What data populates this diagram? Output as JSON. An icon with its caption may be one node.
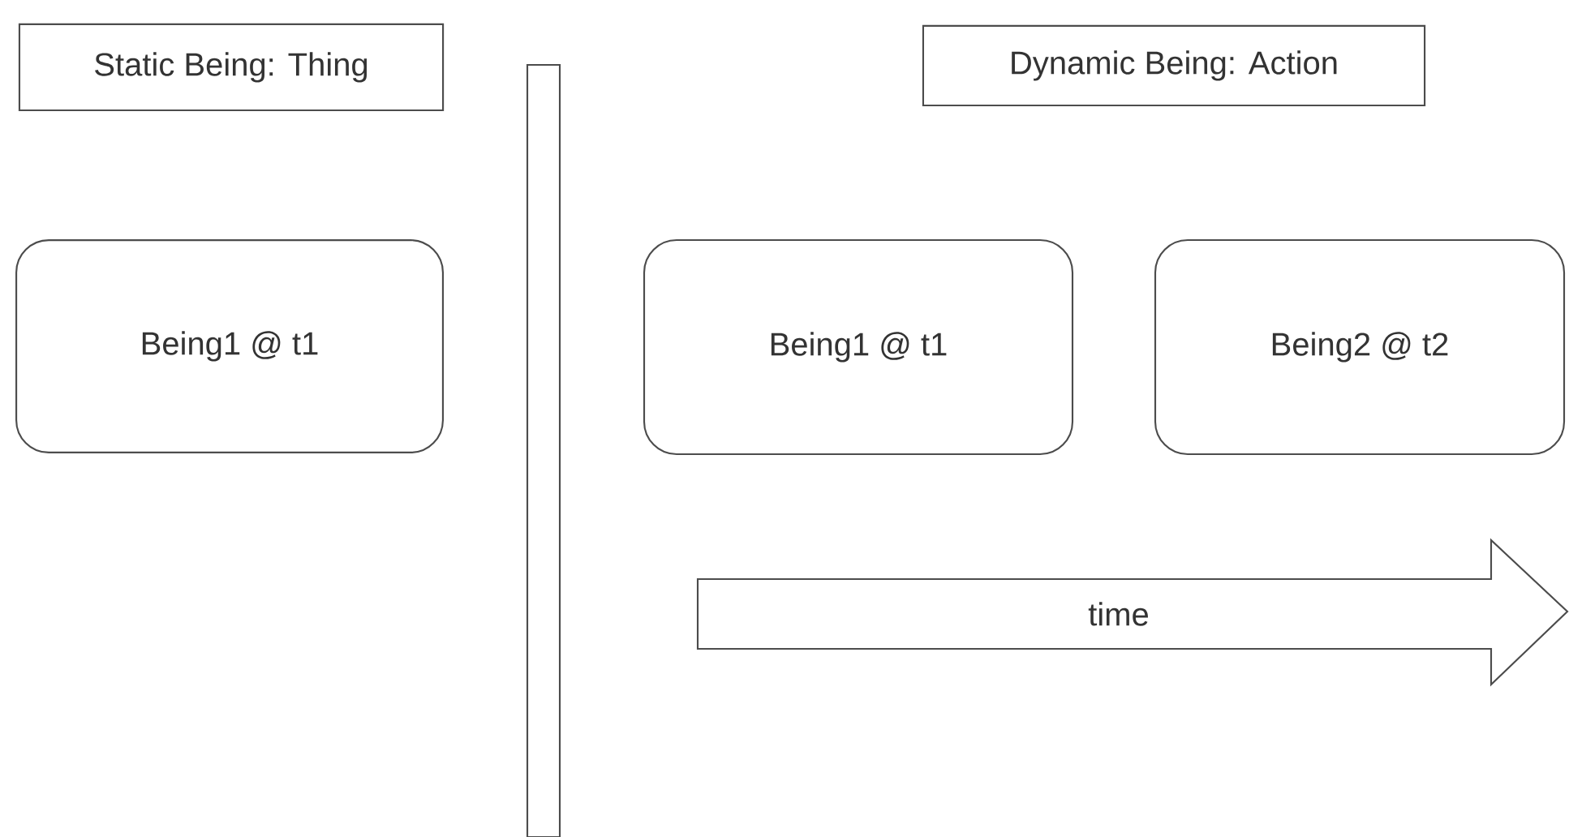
{
  "diagram": {
    "nodes": [
      {
        "text": [
          "Static Being: Thing"
        ]
      },
      {
        "text": [
          "Dynamic Being: Action"
        ]
      },
      {
        "text": [
          "Being1 @ t1"
        ]
      },
      {
        "text": [
          "Being1 @ t1"
        ]
      },
      {
        "text": [
          "Being2 @ t2"
        ]
      },
      {
        "text": [
          "time"
        ]
      },
      {
        "text": [],
        "shape": "bar"
      }
    ]
  }
}
